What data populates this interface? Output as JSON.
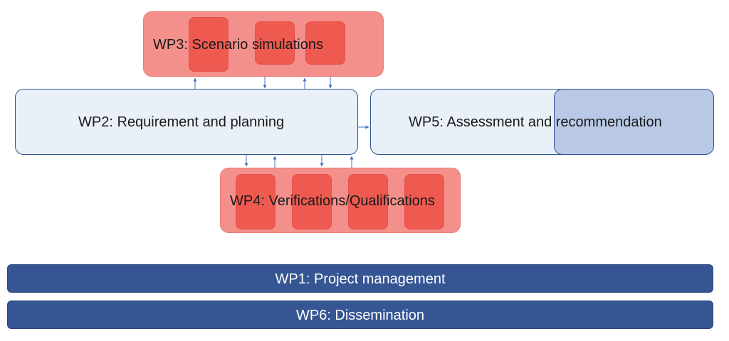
{
  "wp3": {
    "label": "WP3: Scenario simulations"
  },
  "wp2": {
    "label": "WP2: Requirement and planning"
  },
  "wp5": {
    "label": "WP5: Assessment and recommendation"
  },
  "wp4": {
    "label": "WP4: Verifications/Qualifications"
  },
  "wp1": {
    "label": "WP1: Project management"
  },
  "wp6": {
    "label": "WP6: Dissemination"
  },
  "colors": {
    "wp_pink": "#f4908b",
    "sub_red": "#ee5a50",
    "wp_light": "#eaf0f8",
    "wp5_shade": "#b9c8e4",
    "wp_dark": "#365593",
    "arrow": "#4472c4"
  }
}
